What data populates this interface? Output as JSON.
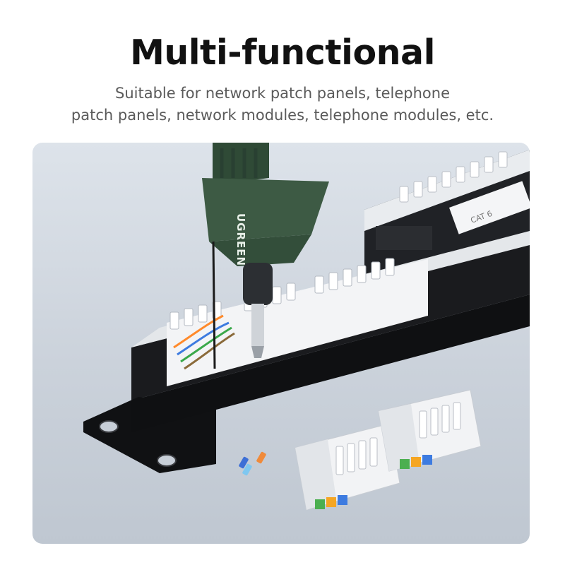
{
  "headline": "Multi-functional",
  "subtitle_line1": "Suitable for network patch panels, telephone",
  "subtitle_line2": "patch panels, network modules, telephone modules, etc.",
  "photo": {
    "brand_text": "UGREEN",
    "cat_label": "CAT 6",
    "colors": {
      "tool": "#3d5a44",
      "panel": "#1c1d20",
      "module": "#f2f3f5"
    }
  }
}
